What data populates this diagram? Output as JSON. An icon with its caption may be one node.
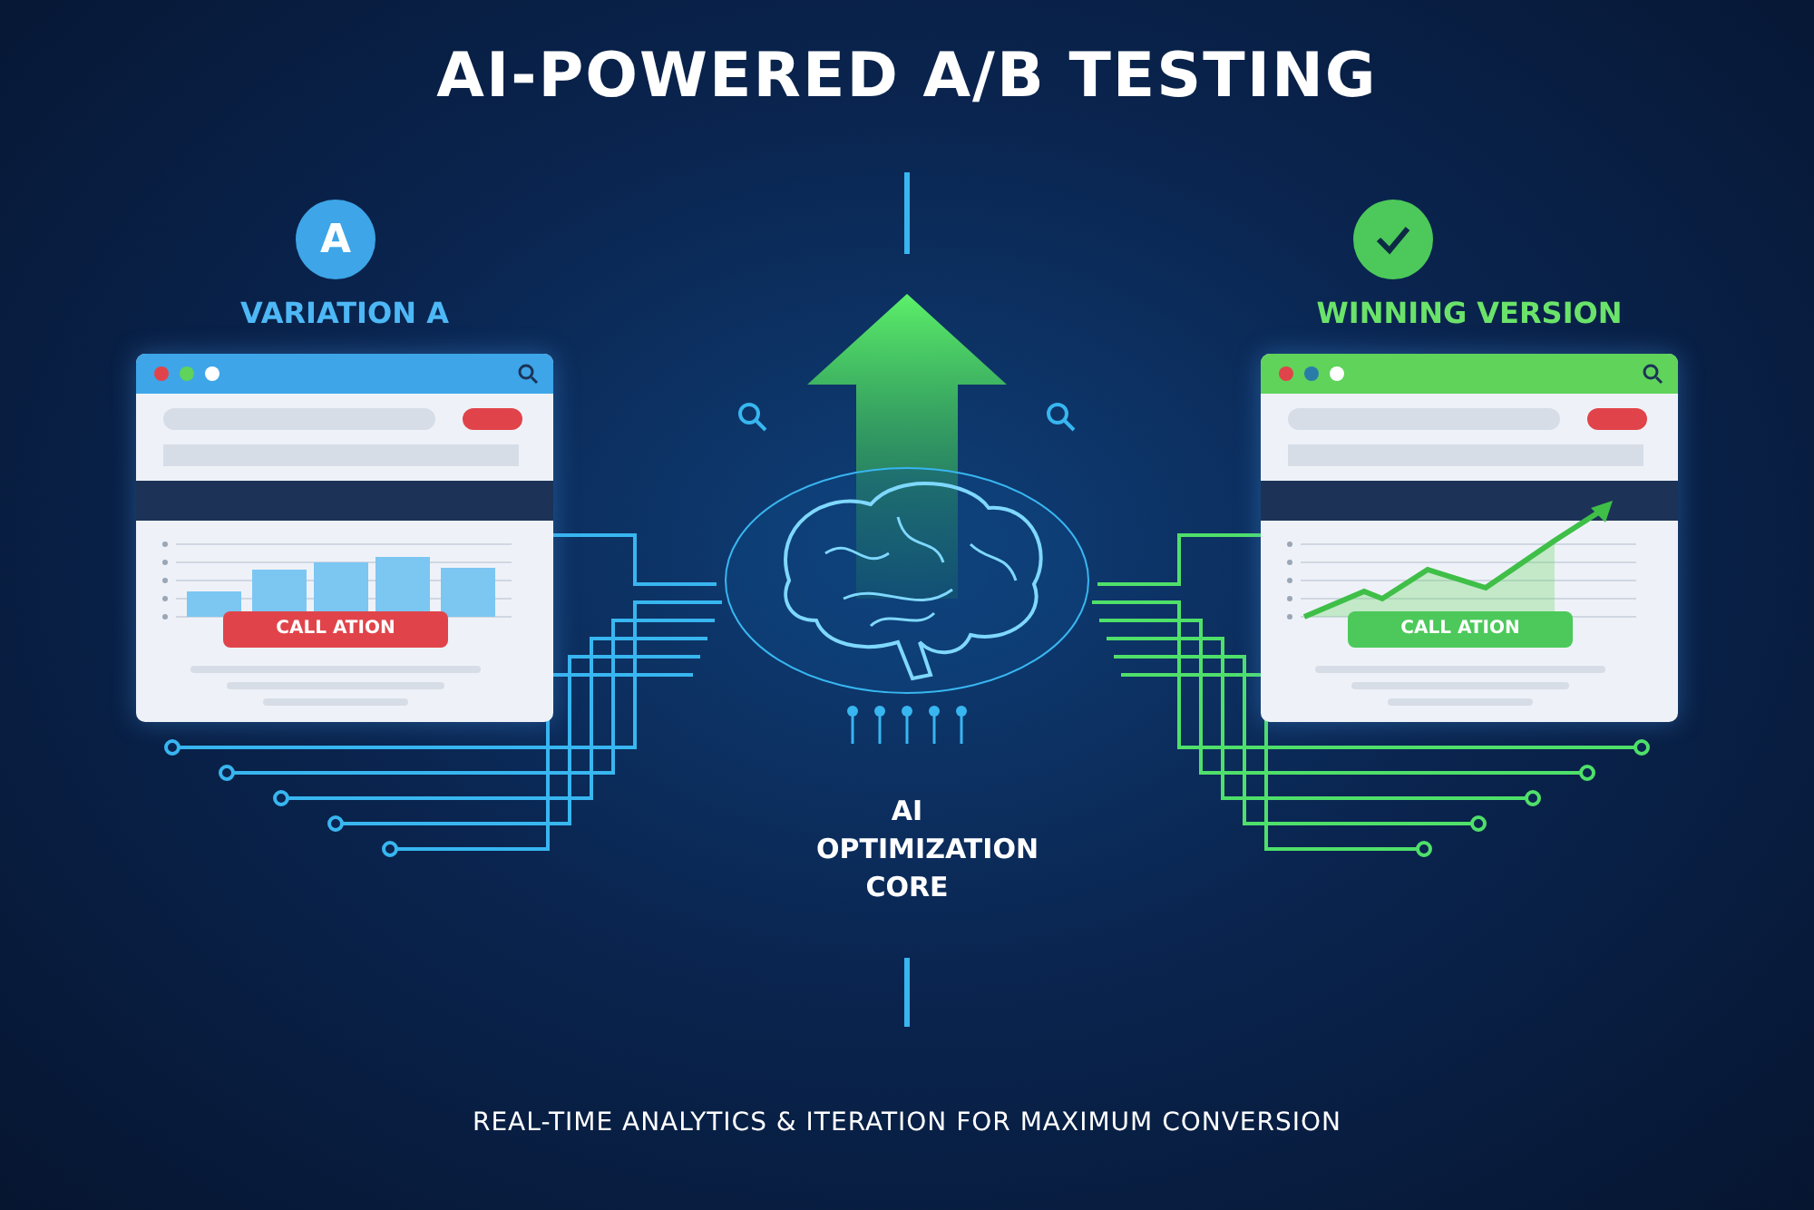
{
  "diagram": {
    "title": "AI-POWERED A/B TESTING",
    "nodes": [
      {
        "text": [
          "A"
        ]
      },
      {
        "text": [
          "VARIATION A",
          "CALL ATION"
        ]
      },
      {
        "text": [
          "AI OPTIMIZATION CORE"
        ]
      },
      {
        "text": [],
        "shape": "circle"
      },
      {
        "text": [
          "WINNING VERSION",
          "CALL ATION"
        ]
      }
    ],
    "edges": [
      {
        "from": 1,
        "to": 2,
        "arrow": "none",
        "color": "#38b6f0"
      },
      {
        "from": 2,
        "to": 4,
        "arrow": "none",
        "color": "#4fe06a"
      }
    ],
    "caption": "REAL-TIME ANALYTICS & ITERATION FOR MAXIMUM CONVERSION"
  }
}
